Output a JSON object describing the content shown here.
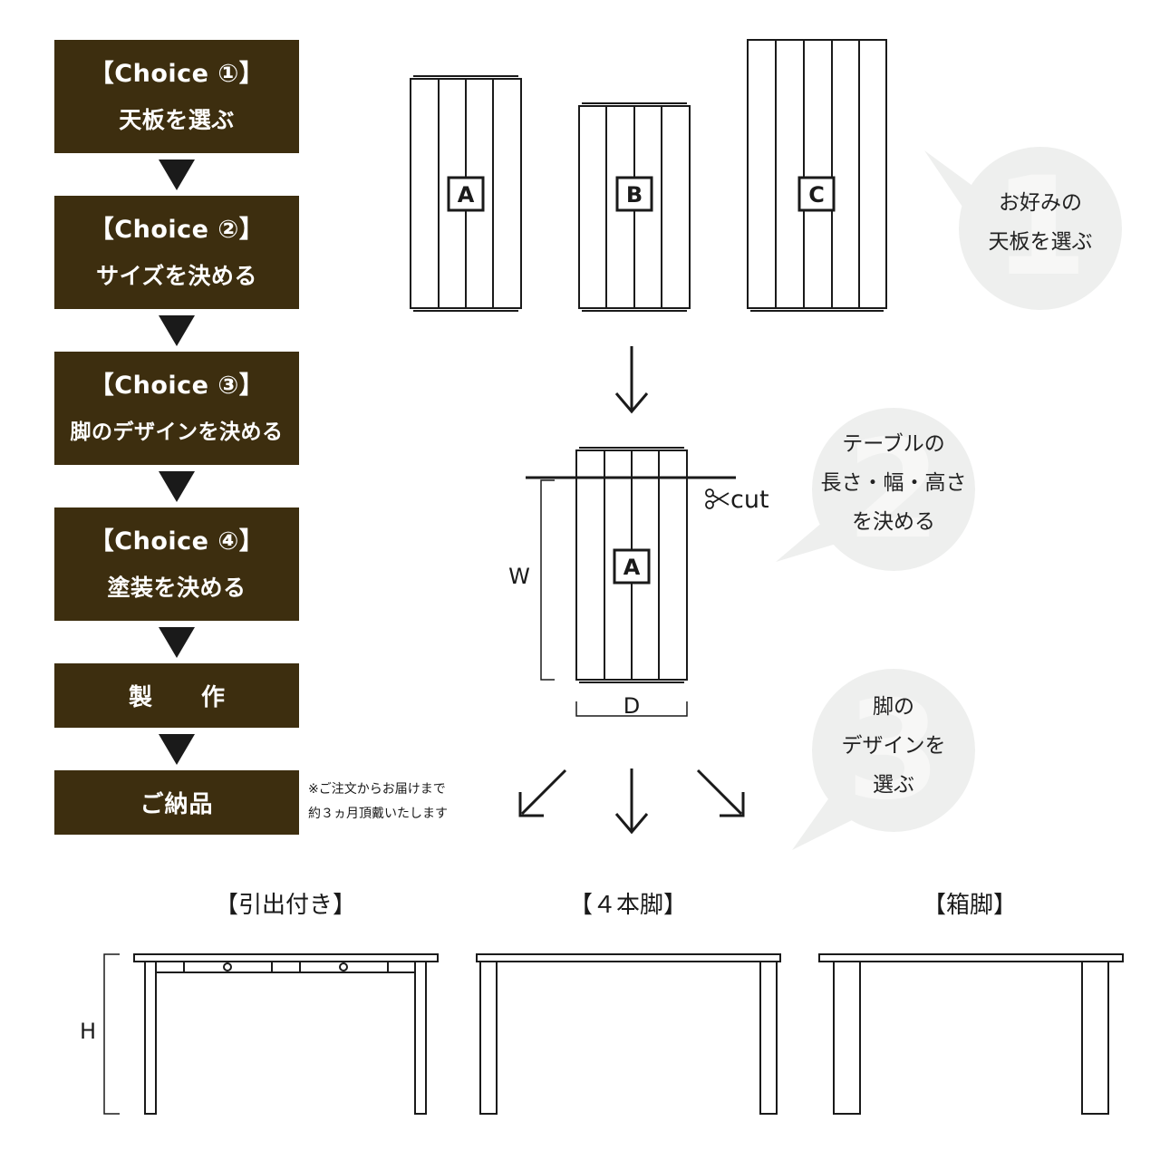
{
  "steps": [
    {
      "line1": "【Choice ①】",
      "line2": "天板を選ぶ"
    },
    {
      "line1": "【Choice ②】",
      "line2": "サイズを決める"
    },
    {
      "line1": "【Choice ③】",
      "line2": "脚のデザインを決める"
    },
    {
      "line1": "【Choice ④】",
      "line2": "塗装を決める"
    },
    {
      "label": "製　作"
    },
    {
      "label": "ご納品"
    }
  ],
  "note": {
    "line1": "※ご注文からお届けまで",
    "line2": "約３ヵ月頂戴いたします"
  },
  "tops": {
    "a": "A",
    "b": "B",
    "c": "C"
  },
  "bubbles": [
    {
      "number": "1",
      "line1": "お好みの",
      "line2": "天板を選ぶ",
      "line3": ""
    },
    {
      "number": "2",
      "line1": "テーブルの",
      "line2": "長さ・幅・高さ",
      "line3": "を決める"
    },
    {
      "number": "3",
      "line1": "脚の",
      "line2": "デザインを",
      "line3": "選ぶ"
    }
  ],
  "size_diagram": {
    "cut": "cut",
    "width": "W",
    "depth": "D",
    "top": "A"
  },
  "legs": {
    "drawer": "【引出付き】",
    "four": "【４本脚】",
    "box": "【箱脚】",
    "height": "H"
  },
  "colors": {
    "step_bg": "#3d2e0f",
    "bubble": "#eeefee",
    "bubble_num": "#f7f7f6",
    "line": "#1a1a1a"
  }
}
